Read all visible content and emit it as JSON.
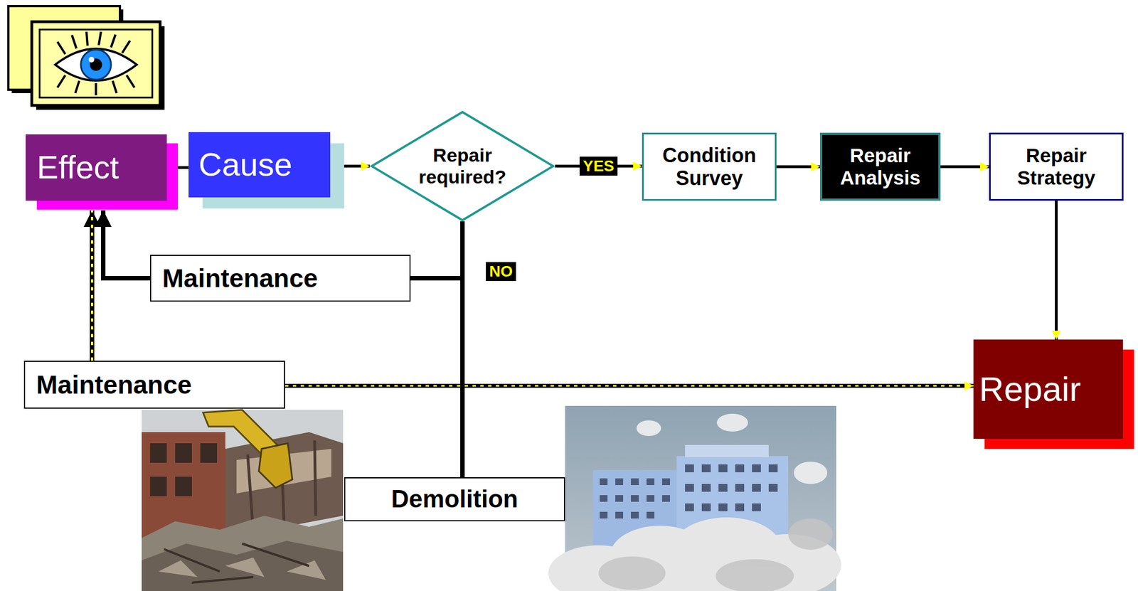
{
  "diagram": {
    "nodes": [
      {
        "text": [
          "Effect"
        ]
      },
      {
        "text": [
          "Cause"
        ]
      },
      {
        "text": [
          "Repair required?"
        ]
      },
      {
        "text": [
          "Condition Survey"
        ]
      },
      {
        "text": [
          "Repair Analysis"
        ]
      },
      {
        "text": [
          "Repair Strategy"
        ]
      },
      {
        "text": [
          "Repair"
        ]
      },
      {
        "text": [
          "Maintenance"
        ]
      },
      {
        "text": [
          "Maintenance"
        ]
      },
      {
        "text": [
          "Demolition"
        ]
      }
    ],
    "edges": [
      {
        "from": 0,
        "to": 1,
        "arrow": "none"
      },
      {
        "from": 1,
        "to": 2,
        "arrow": "to"
      },
      {
        "from": 2,
        "to": 3,
        "label": "YES",
        "arrow": "to"
      },
      {
        "from": 3,
        "to": 4,
        "arrow": "to"
      },
      {
        "from": 4,
        "to": 5,
        "arrow": "to"
      },
      {
        "from": 5,
        "to": 6,
        "arrow": "to"
      },
      {
        "from": 2,
        "to": 7,
        "arrow": "none"
      },
      {
        "from": 2,
        "to": 9,
        "label": "NO",
        "arrow": "none"
      },
      {
        "from": 7,
        "to": 0,
        "arrow": "to"
      },
      {
        "from": 8,
        "to": 0,
        "arrow": "to"
      },
      {
        "from": 8,
        "to": 6,
        "arrow": "to"
      }
    ]
  }
}
